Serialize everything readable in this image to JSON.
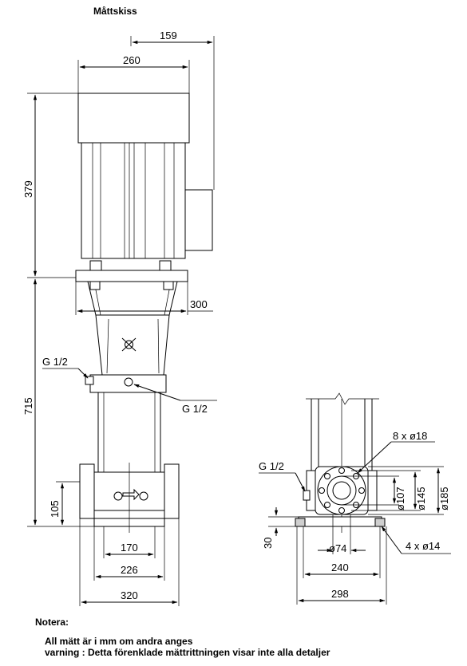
{
  "title": "Måttskiss",
  "front_view": {
    "dims": {
      "top_width": "159",
      "motor_width": "260",
      "motor_height": "379",
      "flange_plate": "300",
      "pump_height": "715",
      "port_height": "105",
      "base_170": "170",
      "base_226": "226",
      "base_320": "320"
    },
    "labels": {
      "g_left": "G 1/2",
      "g_right": "G 1/2"
    }
  },
  "side_view": {
    "dims": {
      "bolts": "8 x ø18",
      "d107": "ø107",
      "d145": "ø145",
      "d185": "ø185",
      "d74": "ø74",
      "feet_holes": "4 x ø14",
      "base_240": "240",
      "base_298": "298",
      "h30": "30"
    },
    "labels": {
      "g_side": "G 1/2"
    }
  },
  "notes": {
    "heading": "Notera:",
    "line1": "All mätt är i mm om andra anges",
    "line2": "varning : Detta förenklade mättrittningen visar inte alla detaljer"
  }
}
